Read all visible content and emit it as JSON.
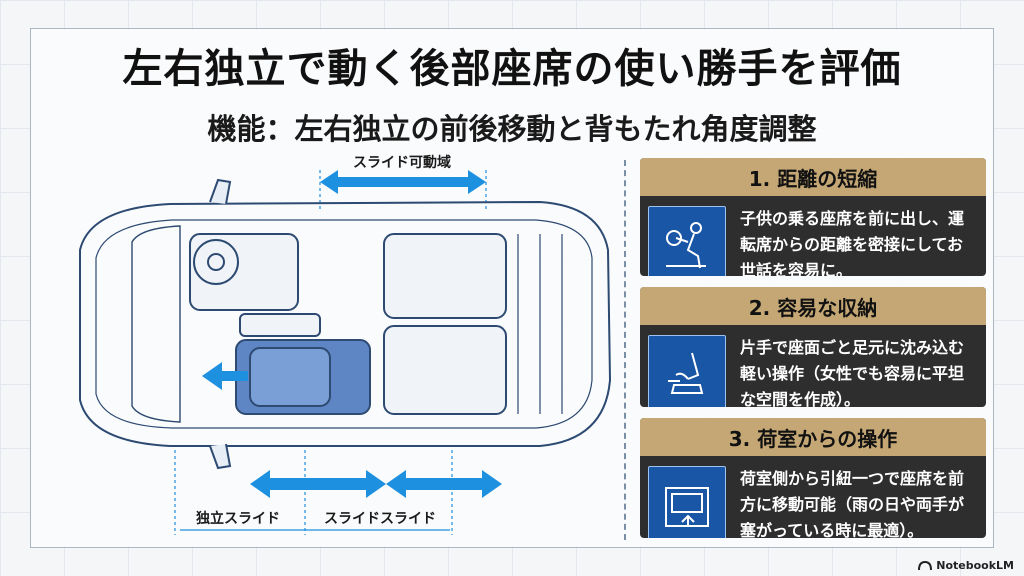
{
  "title": "左右独立で動く後部座席の使い勝手を評価",
  "subtitle": "機能：左右独立の前後移動と背もたれ角度調整",
  "diagram": {
    "slide_range_label": "スライド可動域",
    "bottom_left_label": "独立スライド",
    "bottom_right_label": "スライドスライド"
  },
  "cards": [
    {
      "heading": "1. 距離の短縮",
      "icon": "driver-seat-icon",
      "text": "子供の乗る座席を前に出し、運転席からの距離を密接にしてお世話を容易に。"
    },
    {
      "heading": "2. 容易な収納",
      "icon": "folding-seat-icon",
      "text": "片手で座面ごと足元に沈み込む軽い操作（女性でも容易に平坦な空間を作成）。"
    },
    {
      "heading": "3. 荷室からの操作",
      "icon": "cargo-strap-icon",
      "text": "荷室側から引紐一つで座席を前方に移動可能（雨の日や両手が塞がっている時に最適）。"
    }
  ],
  "brand": "NotebookLM",
  "colors": {
    "accent_blue": "#1e90e0",
    "card_header": "#c4a774",
    "card_body": "#2e2e2e",
    "highlight_seat": "#5f86c4"
  }
}
